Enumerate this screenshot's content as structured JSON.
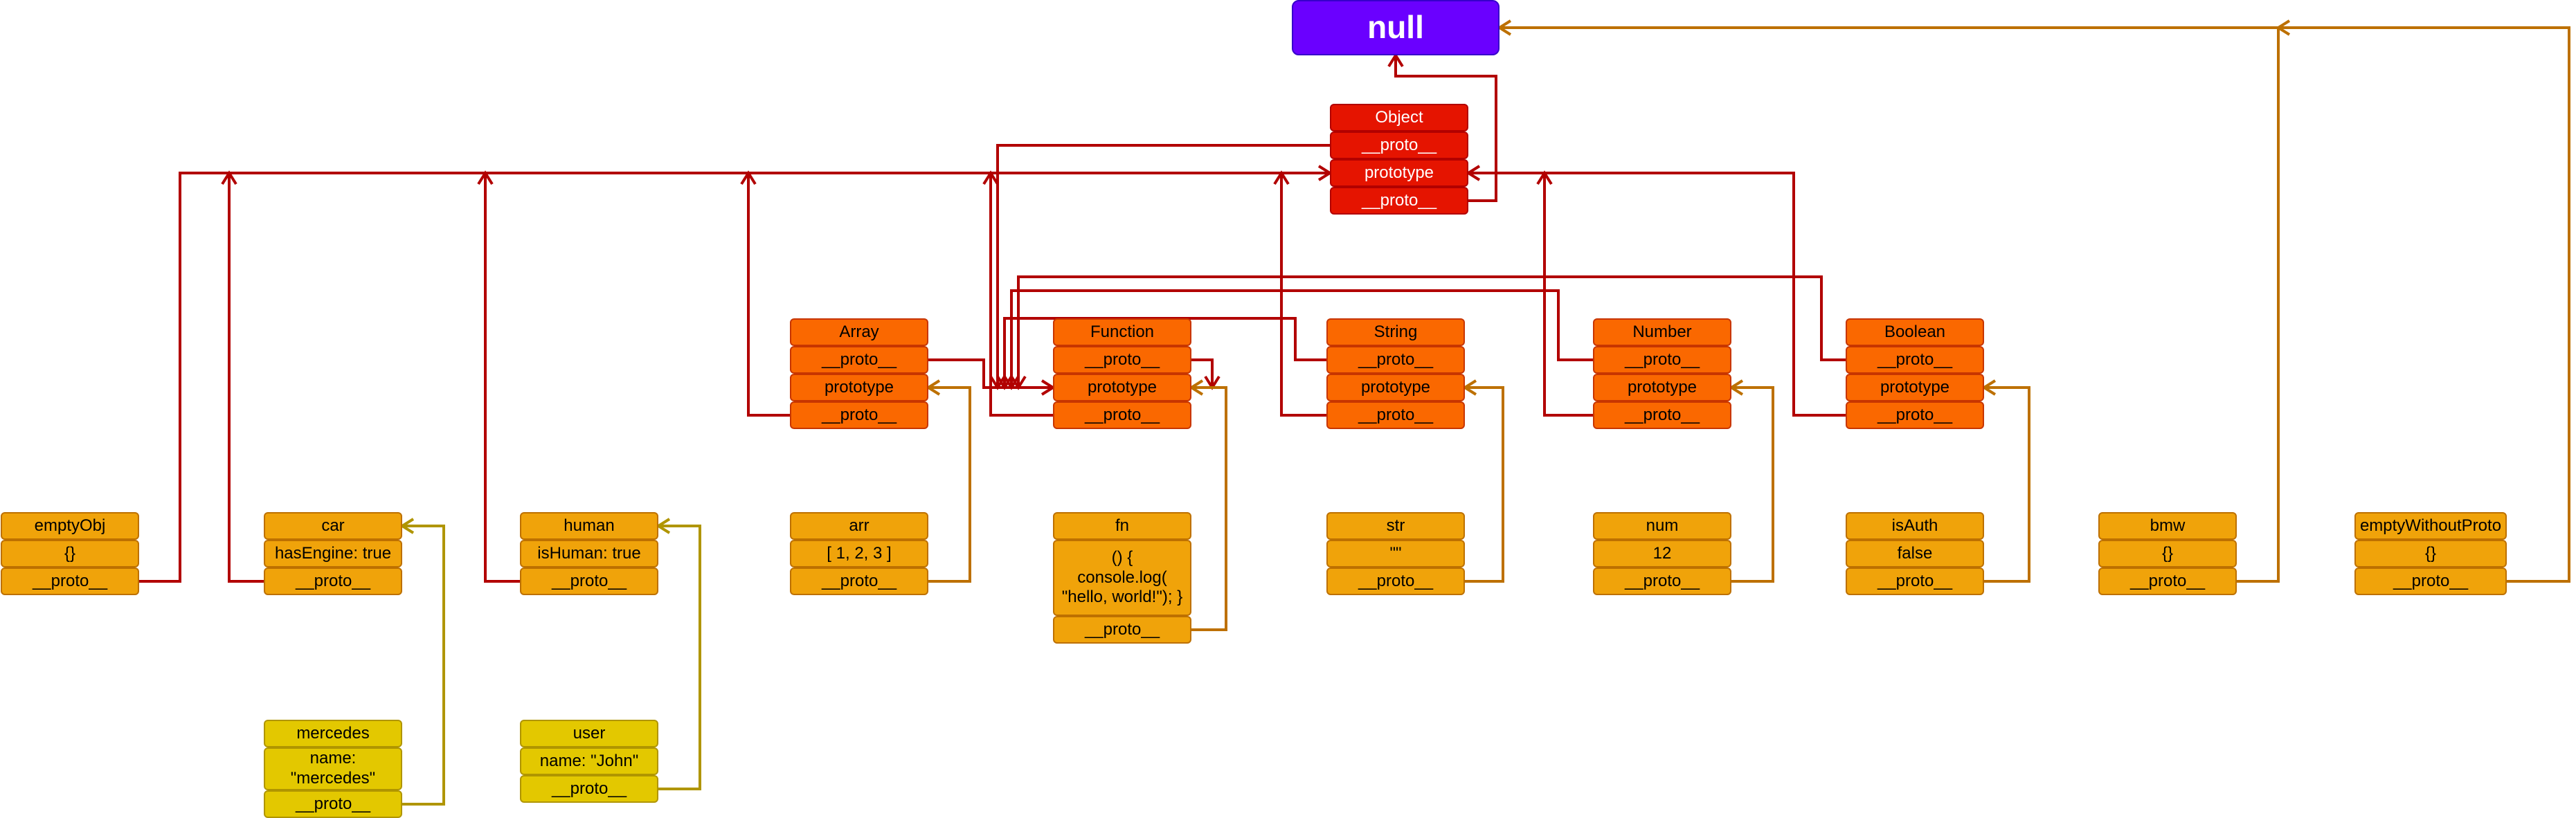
{
  "colors": {
    "null_fill": "#6a00ff",
    "object_fill": "#e51400",
    "constructor_fill": "#fa6800",
    "instance_fill": "#f0a30a",
    "child_fill": "#e3c800",
    "red_arrow": "#b20000",
    "orange_arrow": "#c73500",
    "amber_arrow": "#bd7000",
    "yellow_arrow": "#b09500"
  },
  "null_node": {
    "label": "null"
  },
  "object_node": {
    "rows": [
      "Object",
      "__proto__",
      "prototype",
      "__proto__"
    ]
  },
  "constructors": [
    {
      "id": "array",
      "rows": [
        "Array",
        "__proto__",
        "prototype",
        "__proto__"
      ]
    },
    {
      "id": "function",
      "rows": [
        "Function",
        "__proto__",
        "prototype",
        "__proto__"
      ]
    },
    {
      "id": "string",
      "rows": [
        "String",
        "__proto__",
        "prototype",
        "__proto__"
      ]
    },
    {
      "id": "number",
      "rows": [
        "Number",
        "__proto__",
        "prototype",
        "__proto__"
      ]
    },
    {
      "id": "boolean",
      "rows": [
        "Boolean",
        "__proto__",
        "prototype",
        "__proto__"
      ]
    }
  ],
  "instances": [
    {
      "id": "emptyobj",
      "rows": [
        "emptyObj",
        "{}",
        "__proto__"
      ]
    },
    {
      "id": "car",
      "rows": [
        "car",
        "hasEngine: true",
        "__proto__"
      ]
    },
    {
      "id": "human",
      "rows": [
        "human",
        "isHuman: true",
        "__proto__"
      ]
    },
    {
      "id": "arr",
      "rows": [
        "arr",
        "[ 1, 2, 3 ]",
        "__proto__"
      ]
    },
    {
      "id": "fn",
      "rows": [
        "fn",
        "() {\nconsole.log(\n\"hello, world!\"); }",
        "__proto__"
      ]
    },
    {
      "id": "str",
      "rows": [
        "str",
        "\"\"",
        "__proto__"
      ]
    },
    {
      "id": "num",
      "rows": [
        "num",
        "12",
        "__proto__"
      ]
    },
    {
      "id": "isauth",
      "rows": [
        "isAuth",
        "false",
        "__proto__"
      ]
    },
    {
      "id": "bmw",
      "rows": [
        "bmw",
        "{}",
        "__proto__"
      ]
    },
    {
      "id": "emptywithoutproto",
      "rows": [
        "emptyWithoutProto",
        "{}",
        "__proto__"
      ]
    }
  ],
  "children": [
    {
      "id": "mercedes",
      "rows": [
        "mercedes",
        "name:\n\"mercedes\"",
        "__proto__"
      ]
    },
    {
      "id": "user",
      "rows": [
        "user",
        "name: \"John\"",
        "__proto__"
      ]
    }
  ]
}
